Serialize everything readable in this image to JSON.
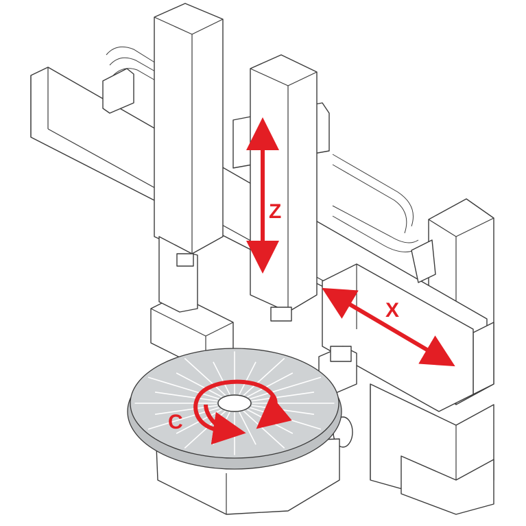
{
  "axes": {
    "z": {
      "label": "Z"
    },
    "x": {
      "label": "X"
    },
    "c": {
      "label": "C"
    }
  },
  "colors": {
    "accent": "#e31e24",
    "line": "#3a3a3a",
    "table": "#cfd2d4",
    "background": "#ffffff"
  }
}
